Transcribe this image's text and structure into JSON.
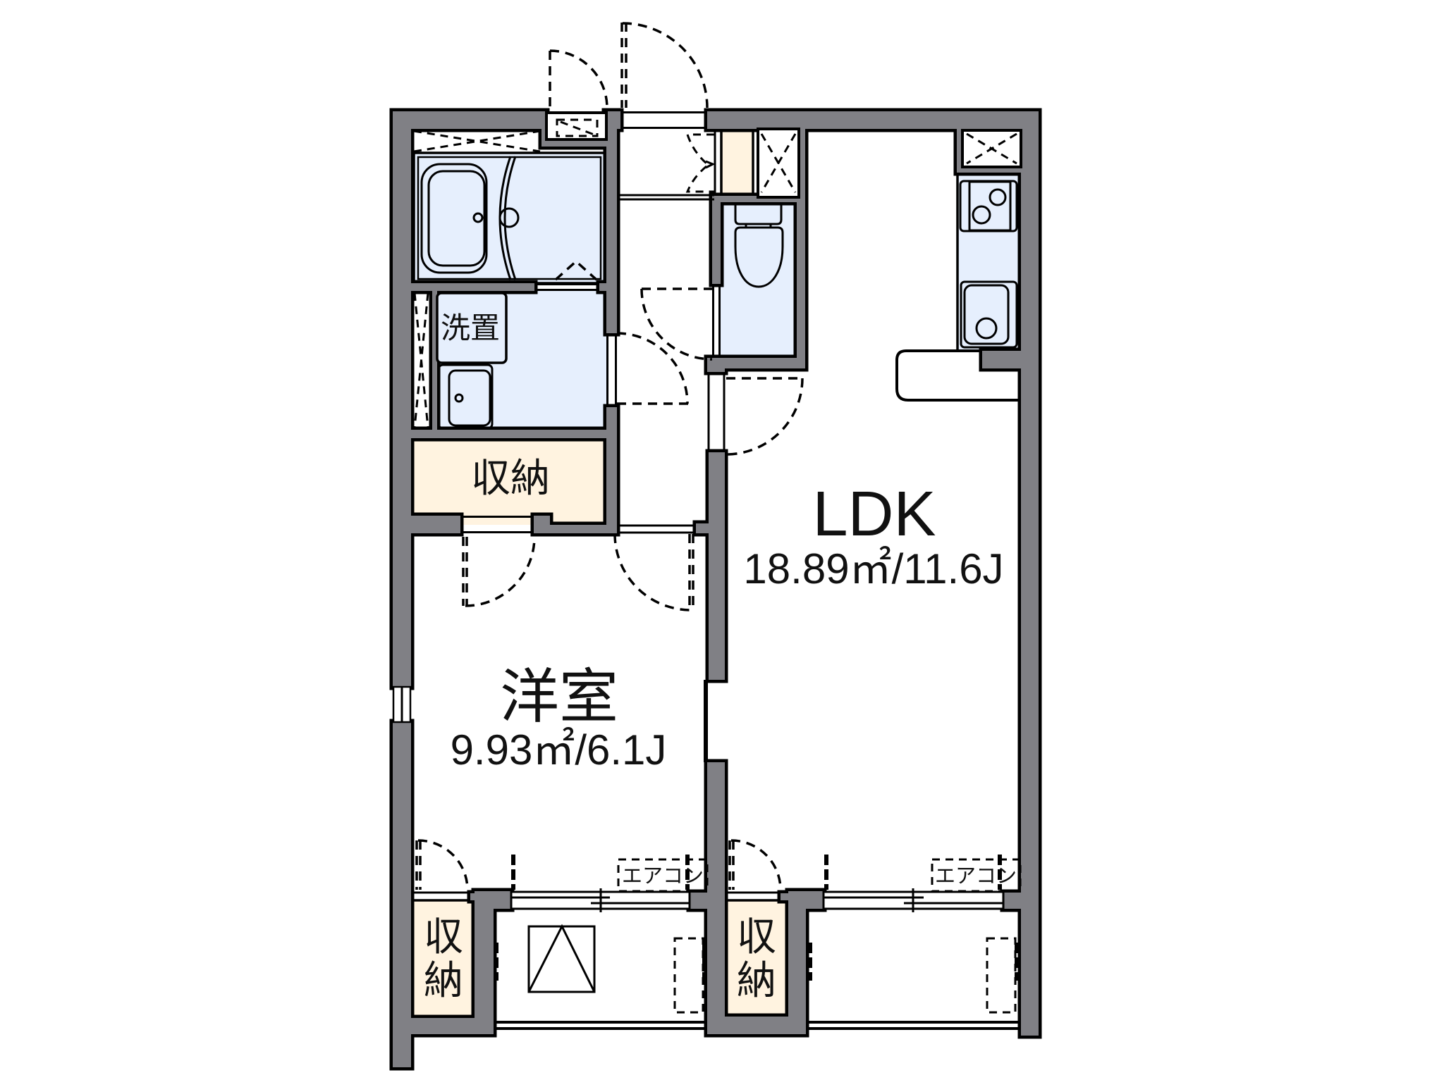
{
  "plan": {
    "rooms": {
      "western": {
        "name": "洋室",
        "area": "9.93㎡/6.1J"
      },
      "ldk": {
        "name": "LDK",
        "area": "18.89㎡/11.6J"
      },
      "hall_storage": {
        "name": "収納"
      },
      "laundry": {
        "name": "洗置"
      },
      "western_closet": {
        "name_lines": [
          "収",
          "納"
        ]
      },
      "ldk_closet": {
        "name_lines": [
          "収",
          "納"
        ]
      }
    },
    "fixtures": {
      "aircon_western": "エアコン",
      "aircon_ldk": "エアコン"
    },
    "symbols": [
      "bathtub-icon",
      "toilet-icon",
      "washbasin-icon",
      "washing-machine-space-icon",
      "kitchen-stove-icon",
      "kitchen-sink-icon",
      "evacuation-hatch-icon",
      "ac-outdoor-unit-icon",
      "pipe-space-icon",
      "meter-box-icon",
      "door-swing-icon",
      "sliding-window-icon"
    ]
  },
  "colors": {
    "wall": "#808085",
    "wet_area": "#e6effd",
    "storage": "#fff3e0",
    "line": "#000000",
    "text": "#111111",
    "background": "#ffffff"
  }
}
